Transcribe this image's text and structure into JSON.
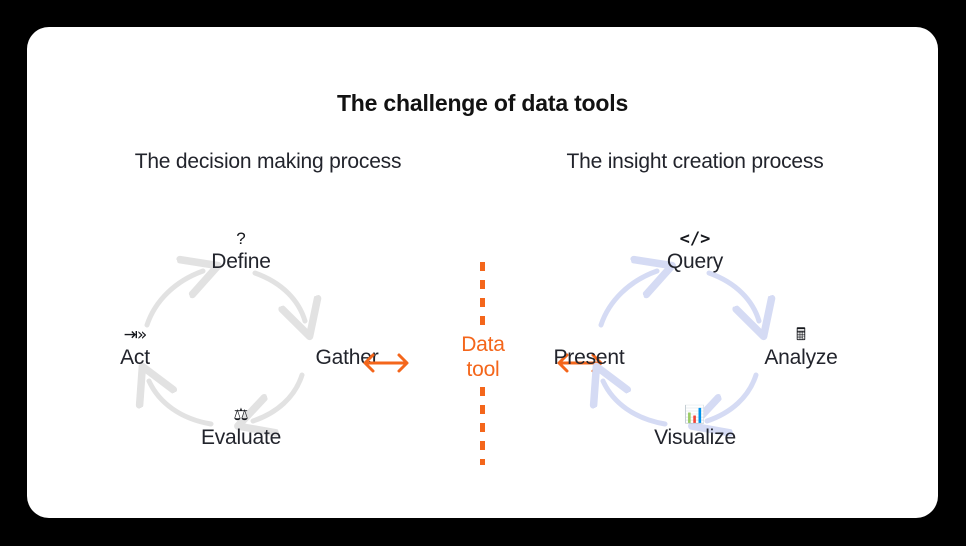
{
  "canvas": {
    "background_color": "#000000",
    "card_color": "#ffffff"
  },
  "title": "The challenge of data tools",
  "colors": {
    "accent": "#f4661b",
    "text": "#22242c",
    "title": "#121212",
    "left_arrow": "#e2e2e2",
    "right_arrow": "#d5dbf4"
  },
  "left": {
    "heading": "The decision making process",
    "arrow_color": "#e2e2e2",
    "nodes": [
      {
        "label": "Define",
        "icon": "?",
        "icon_name": "question-mark-icon",
        "position": "top"
      },
      {
        "label": "Gather",
        "icon": "",
        "icon_name": "",
        "position": "right"
      },
      {
        "label": "Evaluate",
        "icon": "⚖",
        "icon_name": "balance-scales-icon",
        "position": "bottom"
      },
      {
        "label": "Act",
        "icon": "⇥»",
        "icon_name": "fast-forward-arrow-icon",
        "position": "left"
      }
    ]
  },
  "right": {
    "heading": "The insight creation process",
    "arrow_color": "#d5dbf4",
    "nodes": [
      {
        "label": "Query",
        "icon": "</>",
        "icon_name": "code-brackets-icon",
        "position": "top"
      },
      {
        "label": "Analyze",
        "icon": "🖩",
        "icon_name": "calculator-icon",
        "position": "right"
      },
      {
        "label": "Visualize",
        "icon": "📊",
        "icon_name": "bar-chart-icon",
        "position": "bottom"
      },
      {
        "label": "Present",
        "icon": "",
        "icon_name": "",
        "position": "left"
      }
    ]
  },
  "center": {
    "label_line1": "Data",
    "label_line2": "tool",
    "divider": "vertical-dashed-line",
    "left_connector": "double-headed-arrow",
    "right_connector": "double-headed-arrow"
  },
  "chart_data": {
    "type": "diagram",
    "title": "The challenge of data tools",
    "subtype": "two-opposing-cycles-bridged-by-a-tool",
    "groups": [
      {
        "name": "The decision making process",
        "direction": "clockwise",
        "steps": [
          "Define",
          "Gather",
          "Evaluate",
          "Act"
        ]
      },
      {
        "name": "The insight creation process",
        "direction": "clockwise",
        "steps": [
          "Query",
          "Analyze",
          "Visualize",
          "Present"
        ]
      }
    ],
    "bridge": {
      "label": "Data tool",
      "connects": [
        "Gather",
        "Present"
      ]
    }
  }
}
